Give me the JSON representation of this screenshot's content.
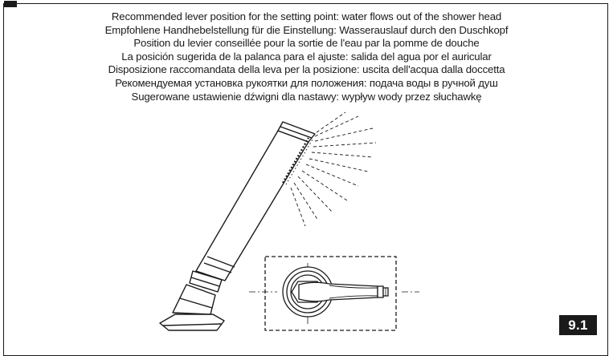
{
  "captions": [
    "Recommended lever position for the setting point: water flows out of the shower head",
    "Empfohlene Handhebelstellung für die Einstellung: Wasserauslauf durch den Duschkopf",
    "Position du levier conseillée pour la sortie de l'eau par la pomme de douche",
    "La posición sugerida de la palanca para el ajuste: salida del agua por el auricular",
    "Disposizione raccomandata della leva per la posizione: uscita dell'acqua dalla doccetta",
    "Рекомендуемая установка рукоятки для положения: подача воды в ручной душ",
    "Sugerowane ustawienie dźwigni dla nastawy: wypływ wody przez słuchawkę"
  ],
  "figure_number": "9.1",
  "colors": {
    "ink": "#1a1a1a",
    "paper": "#ffffff",
    "badge_background": "#1a1a1a",
    "badge_text": "#ffffff"
  },
  "illustration": {
    "shower_handset": "hand-shower-icon",
    "water_spray": "water-spray-icon",
    "lever_detail": "mixer-lever-icon"
  }
}
